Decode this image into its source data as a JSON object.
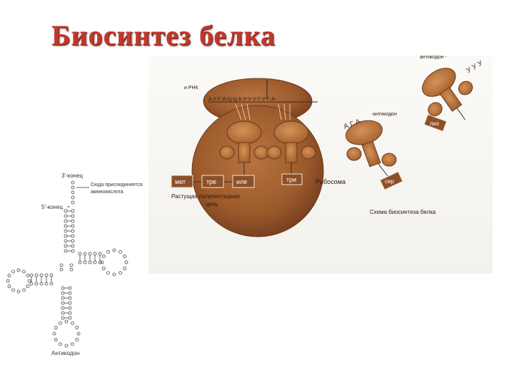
{
  "title": "Биосинтез белка",
  "ribosome_diagram": {
    "mrna_label": "и РНК",
    "mrna_sequence": "А-У-Г-А-Ц-Ц-А-У-У-У-Г-У-Г-А-",
    "ribosome_label": "Рибосома",
    "chain_label_line1": "Растущая полипептидная",
    "chain_label_line2": "цепь",
    "amino_acids": [
      "мет",
      "тре",
      "иле",
      "три"
    ],
    "anticodon_label_top": "антикодон -",
    "anticodon_label_mid": "-антикодон",
    "trna_top_anticodon": "У У У",
    "trna_top_amino": "лиз",
    "trna_mid_anticodon": "А Г А",
    "trna_mid_amino": "сер",
    "caption": "Схема биосинтеза белка"
  },
  "trna_structure": {
    "three_prime": "3'-конец",
    "five_prime": "5'-конец",
    "attach_line1": "Сюда присоединяется",
    "attach_line2": "аминокислота",
    "anticodon": "Антикодон"
  },
  "colors": {
    "title": "#c0392b",
    "ribosome": "#9c5a2c",
    "trna": "#b8743f",
    "amino_box": "#8c4f28"
  }
}
